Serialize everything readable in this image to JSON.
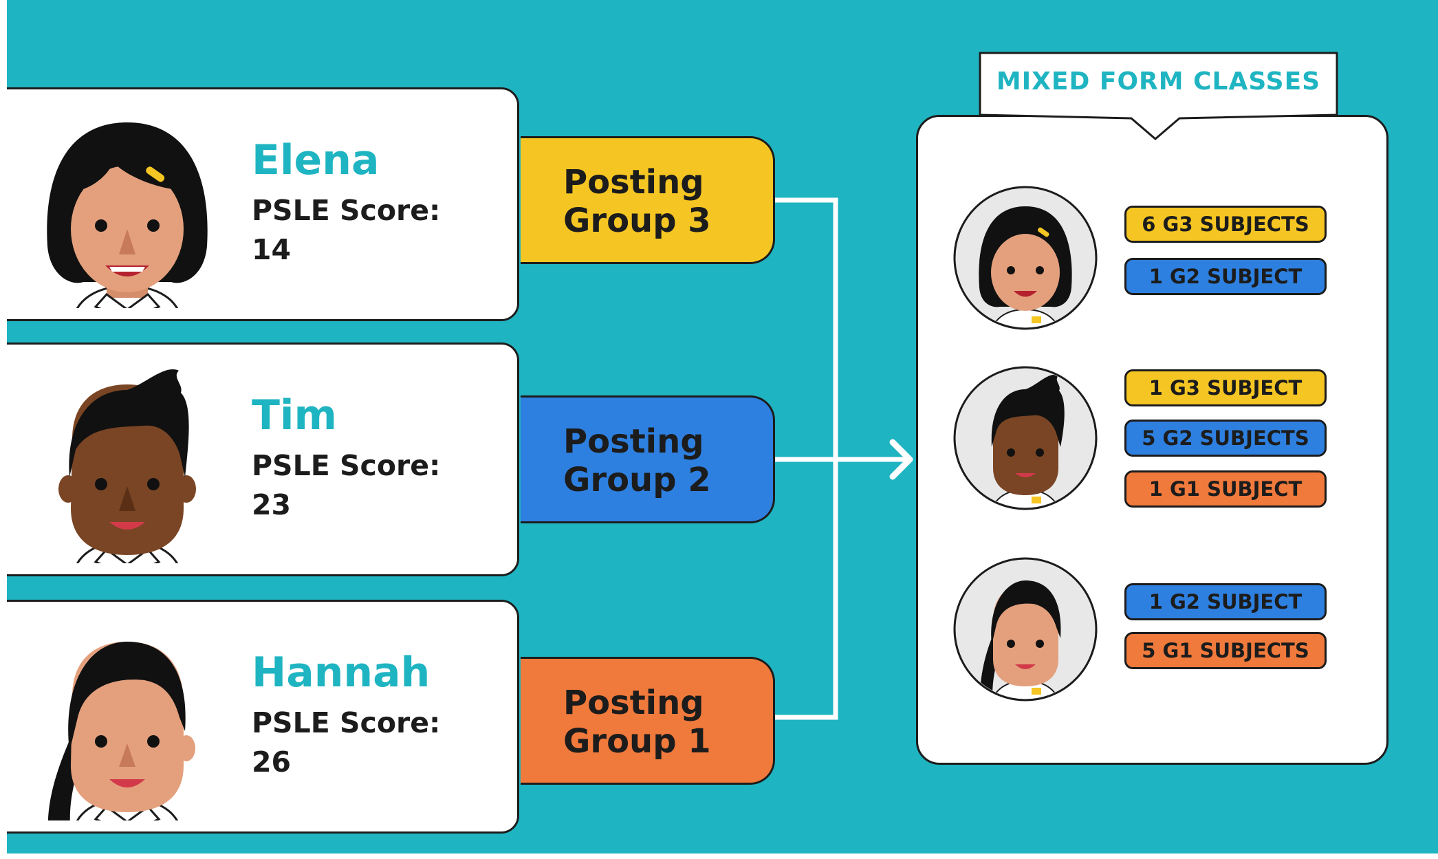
{
  "students": [
    {
      "name": "Elena",
      "score_label": "PSLE Score:",
      "score": "14",
      "hair": "bob"
    },
    {
      "name": "Tim",
      "score_label": "PSLE Score:",
      "score": "23",
      "hair": "short"
    },
    {
      "name": "Hannah",
      "score_label": "PSLE Score:",
      "score": "26",
      "hair": "ponytail"
    }
  ],
  "posting_groups": [
    {
      "line1": "Posting",
      "line2": "Group 3",
      "color": "#f5c623"
    },
    {
      "line1": "Posting",
      "line2": "Group 2",
      "color": "#2e80e0"
    },
    {
      "line1": "Posting",
      "line2": "Group 1",
      "color": "#f07a3c"
    }
  ],
  "mixed": {
    "title": "MIXED FORM CLASSES",
    "rows": [
      {
        "avatar": "elena-avatar",
        "subjects": [
          {
            "label": "6 G3 SUBJECTS",
            "level": "g3"
          },
          {
            "label": "1 G2 SUBJECT",
            "level": "g2"
          }
        ]
      },
      {
        "avatar": "tim-avatar",
        "subjects": [
          {
            "label": "1 G3 SUBJECT",
            "level": "g3"
          },
          {
            "label": "5 G2 SUBJECTS",
            "level": "g2"
          },
          {
            "label": "1 G1 SUBJECT",
            "level": "g1"
          }
        ]
      },
      {
        "avatar": "hannah-avatar",
        "subjects": [
          {
            "label": "1 G2 SUBJECT",
            "level": "g2"
          },
          {
            "label": "5 G1 SUBJECTS",
            "level": "g1"
          }
        ]
      }
    ]
  },
  "colors": {
    "background": "#1fb4c1",
    "g3": "#f5c623",
    "g2": "#2e80e0",
    "g1": "#f07a3c",
    "outline": "#1c1c1c"
  }
}
